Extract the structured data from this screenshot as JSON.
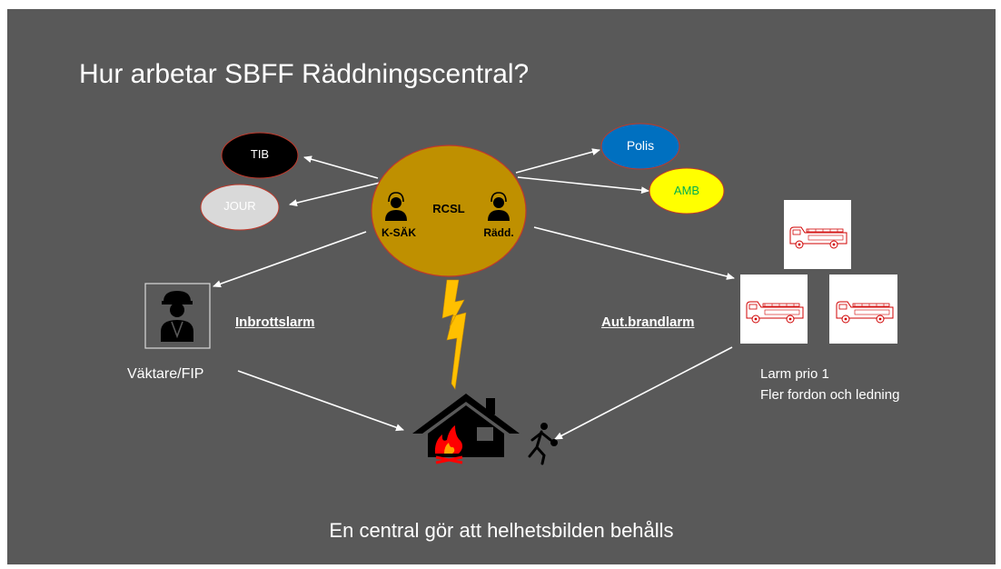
{
  "title": "Hur arbetar SBFF Räddningscentral?",
  "center": {
    "label": "RCSL",
    "left_role": "K-SÄK",
    "right_role": "Rädd."
  },
  "bubbles": {
    "tib": "TIB",
    "jour": "JOUR",
    "polis": "Polis",
    "amb": "AMB"
  },
  "guard_label": "Väktare/FIP",
  "intrusion_label": "Inbrottslarm",
  "fire_alarm_label": "Aut.brandlarm",
  "alarm_info": {
    "line1": "Larm prio 1",
    "line2": "Fler fordon och ledning"
  },
  "footer": "En central gör att helhetsbilden behålls",
  "colors": {
    "background": "#595959",
    "center_fill": "#BF9000",
    "center_stroke": "#C0392B",
    "tib_fill": "#000000",
    "jour_fill": "#D9D9D9",
    "polis_fill": "#0070C0",
    "amb_fill": "#FFFF00",
    "amb_text": "#00B050",
    "lightning": "#FFC000",
    "fire": "#FF0000"
  },
  "icons": [
    "operator-icon",
    "guard-icon",
    "fire-truck-icon",
    "burning-house-icon",
    "running-person-icon",
    "lightning-icon"
  ]
}
